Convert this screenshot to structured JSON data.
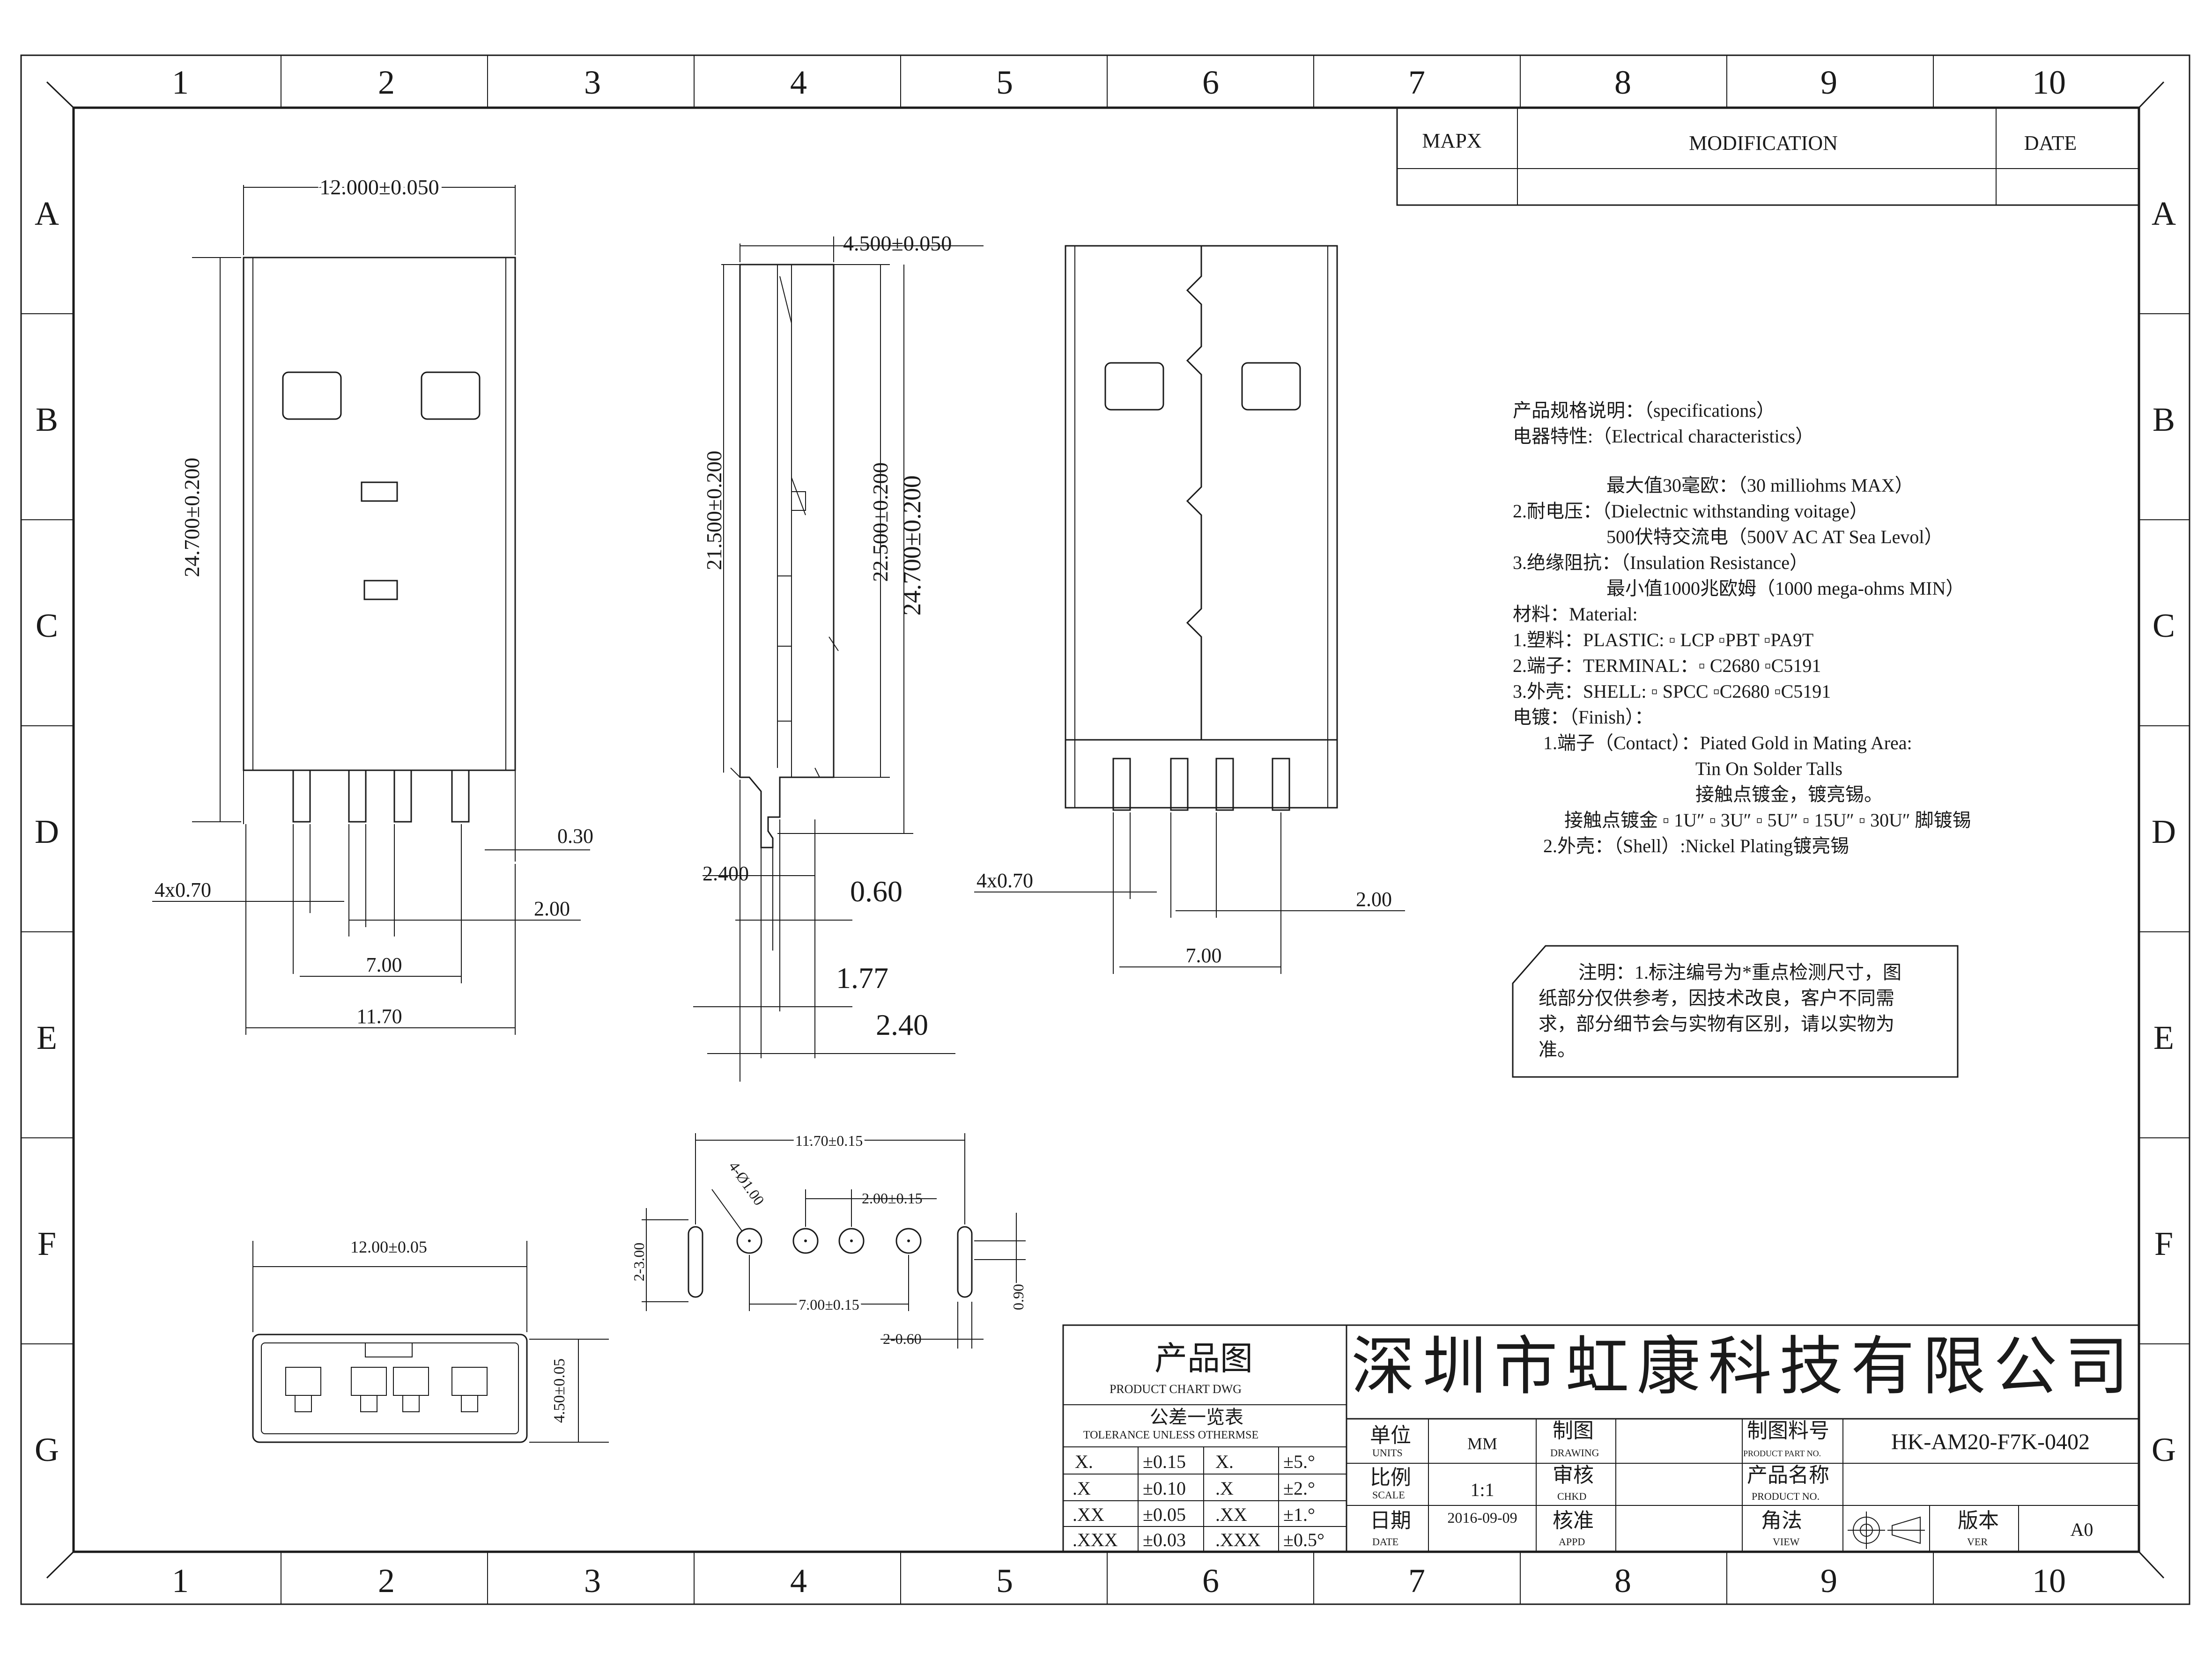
{
  "frame": {
    "columns": [
      "1",
      "2",
      "3",
      "4",
      "5",
      "6",
      "7",
      "8",
      "9",
      "10"
    ],
    "rows": [
      "A",
      "B",
      "C",
      "D",
      "E",
      "F",
      "G"
    ]
  },
  "revision": {
    "mapx": "MAPX",
    "modification": "MODIFICATION",
    "date": "DATE"
  },
  "front_view": {
    "width_top": "12.000±0.050",
    "height": "24.700±0.200",
    "tail": "0.30",
    "pins": "4x0.70",
    "pitch": "2.00",
    "span": "7.00",
    "overall": "11.70"
  },
  "side_view": {
    "thickness": "4.500±0.050",
    "h1": "21.500±0.200",
    "h2": "22.500±0.200",
    "h3": "24.700±0.200",
    "d1": "2.400",
    "d2": "0.60",
    "d3": "1.77",
    "d4": "2.40"
  },
  "rear_view": {
    "pins": "4x0.70",
    "pitch": "2.00",
    "span": "7.00"
  },
  "pcb": {
    "overall": "11.70±0.15",
    "holes": "4-Ø1.00",
    "pitch": "2.00±0.15",
    "span": "7.00±0.15",
    "slot_len": "2-3.00",
    "slot_w": "2-0.60",
    "slot_off": "0.90"
  },
  "end_view": {
    "width": "12.00±0.05",
    "height": "4.50±0.05"
  },
  "specs": {
    "lines": [
      "产品规格说明：（specifications）",
      "电器特性:（Electrical characteristics）",
      "最大值30毫欧：（30 milliohms MAX）",
      "2.耐电压：（Dielectnic withstanding voitage）",
      "500伏特交流电（500V AC AT Sea Levol）",
      "3.绝缘阻抗：（Insulation Resistance）",
      "最小值1000兆欧姆（1000 mega-ohms MIN）",
      "材料：Material:",
      "1.塑料：PLASTIC:  ▫ LCP     ▫PBT     ▫PA9T",
      "2.端子：TERMINAL：▫ C2680     ▫C5191",
      "3.外壳：SHELL:  ▫ SPCC     ▫C2680     ▫C5191",
      "电镀：（Finish）：",
      "1.端子（Contact）：Piated Gold in Mating Area:",
      "Tin On Solder Talls",
      "接触点镀金，镀亮锡。",
      "接触点镀金 ▫ 1U″ ▫ 3U″ ▫ 5U″ ▫ 15U″ ▫ 30U″ 脚镀锡",
      "2.外壳：（Shell）:Nickel Plating镀亮锡"
    ]
  },
  "note": {
    "lines": [
      "注明：1.标注编号为*重点检测尺寸，图",
      "纸部分仅供参考，因技术改良，客户不同需",
      "求，部分细节会与实物有区别，请以实物为",
      "准。"
    ]
  },
  "title_block": {
    "chart_cn": "产品图",
    "chart_en": "PRODUCT CHART DWG",
    "tol_cn": "公差一览表",
    "tol_en": "TOLERANCE UNLESS OTHERMSE",
    "tolerances": [
      [
        "X.",
        "±0.15",
        "X.",
        "±5.°"
      ],
      [
        ".X",
        "±0.10",
        ".X",
        "±2.°"
      ],
      [
        ".XX",
        "±0.05",
        ".XX",
        "±1.°"
      ],
      [
        ".XXX",
        "±0.03",
        ".XXX",
        "±0.5°"
      ]
    ],
    "company": "深圳市虹康科技有限公司",
    "units_cn": "单位",
    "units_en": "UNITS",
    "units_val": "MM",
    "scale_cn": "比例",
    "scale_en": "SCALE",
    "scale_val": "1:1",
    "date_cn": "日期",
    "date_en": "DATE",
    "date_val": "2016-09-09",
    "drawing_cn": "制图",
    "drawing_en": "DRAWING",
    "checked_cn": "审核",
    "checked_en": "CHKD",
    "approved_cn": "核准",
    "approved_en": "APPD",
    "part_no_cn": "制图料号",
    "part_no_en": "PRODUCT PART NO.",
    "part_no_val": "HK-AM20-F7K-0402",
    "product_no_cn": "产品名称",
    "product_no_en": "PRODUCT NO.",
    "view_cn": "角法",
    "view_en": "VIEW",
    "ver_cn": "版本",
    "ver_en": "VER",
    "ver_val": "A0"
  }
}
